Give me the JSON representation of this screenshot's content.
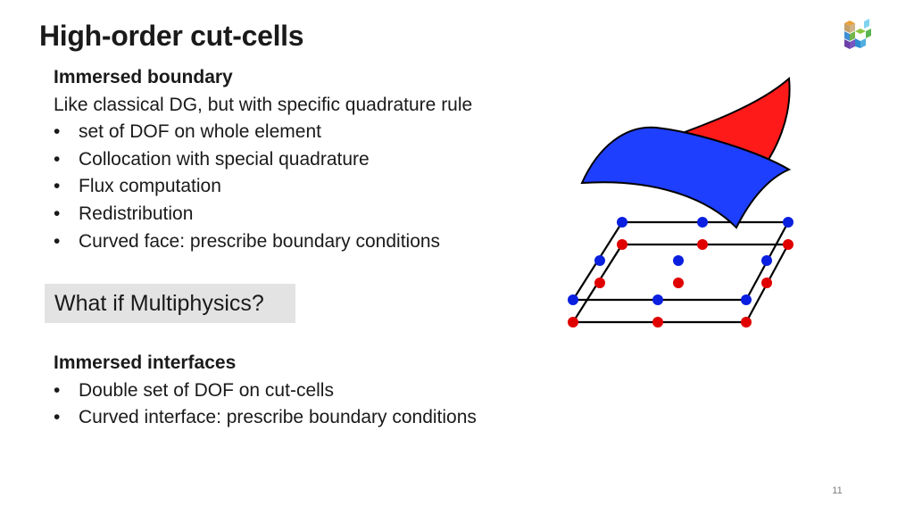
{
  "slide": {
    "title": "High-order cut-cells",
    "page_number": "11"
  },
  "boundary": {
    "heading": "Immersed boundary",
    "subheading": "Like classical DG, but with specific quadrature rule",
    "bullets": [
      "set of DOF on whole element",
      "Collocation with special quadrature",
      "Flux computation",
      "Redistribution",
      "Curved face: prescribe boundary conditions"
    ]
  },
  "callout": {
    "text": "What if Multiphysics?"
  },
  "interfaces": {
    "heading": "Immersed interfaces",
    "bullets": [
      "Double set of DOF on cut-cells",
      "Curved interface: prescribe boundary conditions"
    ]
  },
  "figure": {
    "icon": "cut-cell-diagram",
    "colors": {
      "blue_surface": "#1f3fff",
      "red_surface": "#ff1a1a",
      "blue_dof": "#0a1fe0",
      "red_dof": "#e00000",
      "grid_line": "#000000"
    }
  },
  "logo": {
    "icon": "university-cube-logo"
  }
}
